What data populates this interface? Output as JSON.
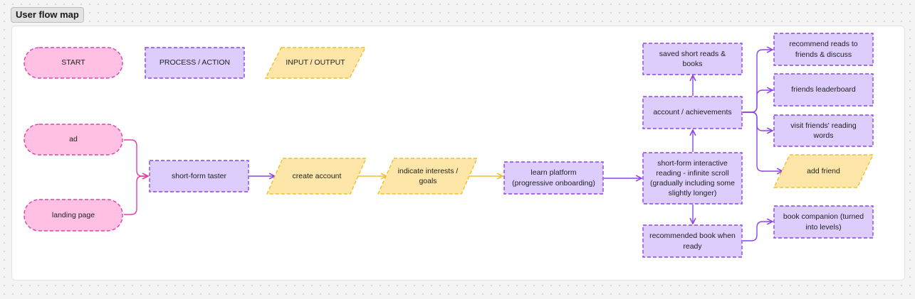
{
  "title": "User flow map",
  "colors": {
    "start_fill": "#ffc0e3",
    "start_stroke": "#e040a6",
    "process_fill": "#dccdfc",
    "process_stroke": "#8b45e8",
    "io_fill": "#fde6a8",
    "io_stroke": "#f0be2e",
    "arrow_pink": "#e040a6",
    "arrow_purple": "#8b45e8",
    "arrow_yellow": "#f0be2e"
  },
  "legend": {
    "start": "START",
    "process": "PROCESS / ACTION",
    "io": "INPUT / OUTPUT"
  },
  "nodes": {
    "ad": "ad",
    "landing_page": "landing page",
    "short_form_taster": "short-form taster",
    "create_account": "create account",
    "indicate_interests": "indicate interests / goals",
    "learn_platform": "learn platform (progressive onboarding)",
    "short_form_reading": "short-form interactive reading - infinite scroll (gradually including some slightly longer)",
    "account_achievements": "account / achievements",
    "saved_reads": "saved short reads & books",
    "recommend_reads": "recommend reads to friends & discuss",
    "friends_leaderboard": "friends leaderboard",
    "visit_friends": "visit friends' reading words",
    "add_friend": "add friend",
    "recommended_book": "recommended book when ready",
    "book_companion": "book companion (turned into levels)"
  }
}
